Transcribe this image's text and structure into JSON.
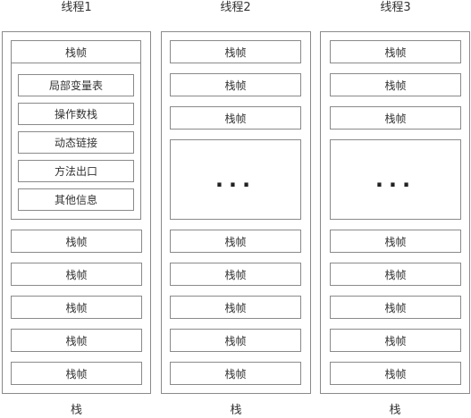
{
  "threads": [
    {
      "title": "线程1",
      "caption": "栈",
      "expanded_frame": {
        "label": "栈帧",
        "parts": [
          "局部变量表",
          "操作数栈",
          "动态链接",
          "方法出口",
          "其他信息"
        ]
      },
      "frames": [
        "栈帧",
        "栈帧",
        "栈帧",
        "栈帧",
        "栈帧"
      ]
    },
    {
      "title": "线程2",
      "caption": "栈",
      "top_frames": [
        "栈帧",
        "栈帧",
        "栈帧"
      ],
      "ellipsis": "...",
      "frames": [
        "栈帧",
        "栈帧",
        "栈帧",
        "栈帧",
        "栈帧"
      ]
    },
    {
      "title": "线程3",
      "caption": "栈",
      "top_frames": [
        "栈帧",
        "栈帧",
        "栈帧"
      ],
      "ellipsis": "...",
      "frames": [
        "栈帧",
        "栈帧",
        "栈帧",
        "栈帧",
        "栈帧"
      ]
    }
  ]
}
